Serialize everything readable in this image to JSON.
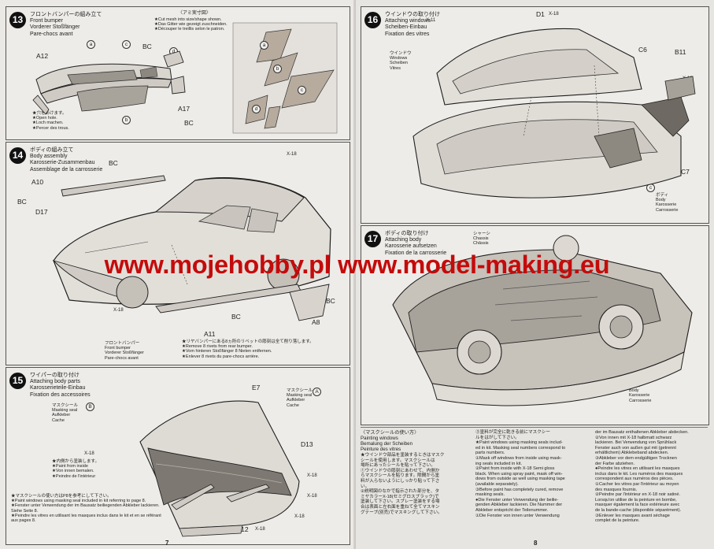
{
  "watermark": "www.mojehobby.pl www.model-making.eu",
  "page_left_number": "7",
  "page_right_number": "8",
  "step13": {
    "number": "13",
    "title": "フロントバンパーの組み立て\nFront bumper\nVorderer Stoßfänger\nPare-chocs avant",
    "mesh_note": "★Cut mesh into size/shape shown.\n★Das Gitter wie gezeigt zuschneiden.\n★Découper le treillis selon le patron.",
    "mesh_title": "〈アミ実寸図〉",
    "hole_note": "★穴をあけます。\n★Open hole.\n★Loch machen.\n★Percer des trous.",
    "labels": {
      "a12": "A12",
      "bc": "BC",
      "a17": "A17",
      "bc2": "BC"
    },
    "circles": {
      "a": "a",
      "b": "b",
      "c": "c",
      "d": "d"
    }
  },
  "step14": {
    "number": "14",
    "title": "ボディの組み立て\nBody assembly\nKarosserie-Zusammenbau\nAssemblage de la carrosserie",
    "labels": {
      "x18a": "X-18",
      "bc": "BC",
      "a10": "A10",
      "bc2": "BC",
      "d17": "D17",
      "x18b": "X-18",
      "a11": "A11",
      "bc3": "BC",
      "a8": "A8",
      "bc4": "BC"
    },
    "bumper_label": "フロントバンパー\nFront bumper\nVorderer Stoßfänger\nPare-chocs avant",
    "rivet_note": "★リヤバンパーにある8ヵ所のリベットの彫刻は全て削り落します。\n★Remove 8 rivets from rear bumper.\n★Vom hinteren Stoßfänger 8 Nieten entfernen.\n★Enlever 8 rivets du pare-chocs arrière."
  },
  "step15": {
    "number": "15",
    "title": "ワイパーの取り付け\nAttaching body parts\nKarosserieteile-Einbau\nFixation des accessoires",
    "labels": {
      "e7": "E7",
      "d13": "D13",
      "d12": "D12",
      "x18a": "X-18",
      "x18b": "X-18",
      "x18c": "X-18",
      "x18d": "X-18",
      "x18e": "X-18"
    },
    "mask_a": "マスクシール\nMasking seal\nAufkleber\nCache",
    "mask_a_letter": "A",
    "mask_b": "マスクシール\nMasking seal\nAufkleber\nCache",
    "mask_b_letter": "B",
    "paint_inside": "★内側から塗装します。\n★Paint from inside\n★Von innen bemalen.\n★Peindre de l'intérieur",
    "bottom_note": "★マスクシールの使い方はP8を参考にして下さい。\n★Paint windows using masking seal included in kit referring to page 8.\n★Fenster unter Verwendung der im Bausatz beiliegenden Abkleber lackieren.\nSiehe Seite 8.\n★Peindre les vitres en utilisant les masques inclus dans le kit et en se référant\naux pages 8."
  },
  "step16": {
    "number": "16",
    "title": "ウインドウの取り付け\nAttaching windows\nScheiben-Einbau\nFixation des vitres",
    "window_label": "ウインドウ\nWindows\nScheiben\nVitres",
    "body_label": "ボディ\nBody\nKarosserie\nCarrosserie",
    "labels": {
      "x11": "X-11",
      "d1": "D1",
      "x18a": "X-18",
      "c6": "C6",
      "b11": "B11",
      "x18b": "X-18",
      "c7": "C7"
    },
    "circle_c": "c"
  },
  "step17": {
    "number": "17",
    "title": "ボディの取り付け\nAttaching body\nKarosserie aufsetzen\nFixation de la carrosserie",
    "chassis_label": "シャーシ\nChassis\nChâssis",
    "body_label": "ボディ\nBody\nKarosserie\nCarrosserie"
  },
  "masking": {
    "title": "〈マスクシールの使い方〉\nPainting windows\nBemalung der Scheiben\nPeinture des vitres",
    "col1": "★ウインドウ部品を塗装するときはマスク\nシールを使用します。マスクシールは\n場所にあったシールを貼って下さい。\n①ウインドウの彫刻にあわせて、内側か\nらマスクシールを貼ります。隙間から塗\n料が入らないようにしっかり貼って下さ\nい。\n②説明図のなかで指示された部分を、タ\nミヤカラーX-18(セミグロスブラック)で\n塗装して下さい。スプレー塗装をする場\n合は表面と左右面を重ねて全てマスキン\nグテープ(別売)でマスキングして下さい。",
    "col2": "③塗料が完全に乾きる前にマスクシー\nルをはがして下さい。\n★Paint windows using masking seals includ-\ned in kit. Masking seal numbers correspond to\nparts numbers.\n①Mask off windows from inside using mask-\ning seals included in kit.\n②Paint from inside with X-18 Semi gloss\nblack. When using spray paint, mask off win-\ndows from outside as well using masking tape\n(available separately).\n③Before paint has completely cured, remove\nmasking seals.\n●Die Fenster unter Verwendung der beilie-\ngenden Abkleber lackieren. Die Nummer der\nAbkleber entspricht der Teilenummer.\n①Die Fenster von innen unter Verwendung",
    "col3": "der im Bausatz enthaltenen Abkleber abdecken.\n②Von innen mit X-18 halbmatt schwarz\nlackieren. Bei Verwendung von Sprühlack\nFenster auch von außen gut mit (getrennt\nerhältlichem) Abklebeband abdecken.\n③Abkleber vor dem endgültigen Trocknen\nder Farbe abziehen.\n●Peindre les vitres en utilisant les masques\ninclus dans le kit. Les numéros des masques\ncorrespondent aux numéros des pièces.\n①Cacher les vitres par l'intérieur au moyen\ndes masques fournis.\n②Peindre par l'intérieur en X-18 noir satiné.\nLorsqu'on utilise de la peinture en bombe,\nmasquer également la face extérieure avec\nde la bande-cache (disponible séparément).\n③Enlever les masques avant séchage\ncomplet de la peinture."
  }
}
